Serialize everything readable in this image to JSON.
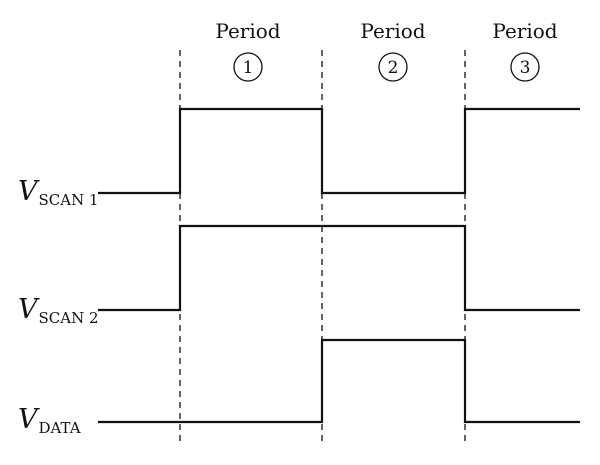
{
  "periods": [
    {
      "word": "Period",
      "number": "1"
    },
    {
      "word": "Period",
      "number": "2"
    },
    {
      "word": "Period",
      "number": "3"
    }
  ],
  "signals": [
    {
      "main": "V",
      "sub": "SCAN 1",
      "levels": [
        0,
        1,
        0,
        1
      ]
    },
    {
      "main": "V",
      "sub": "SCAN 2",
      "levels": [
        0,
        1,
        1,
        0
      ]
    },
    {
      "main": "V",
      "sub": "DATA",
      "levels": [
        0,
        0,
        1,
        0
      ]
    }
  ],
  "colors": {
    "line": "#111111",
    "background": "#ffffff"
  }
}
